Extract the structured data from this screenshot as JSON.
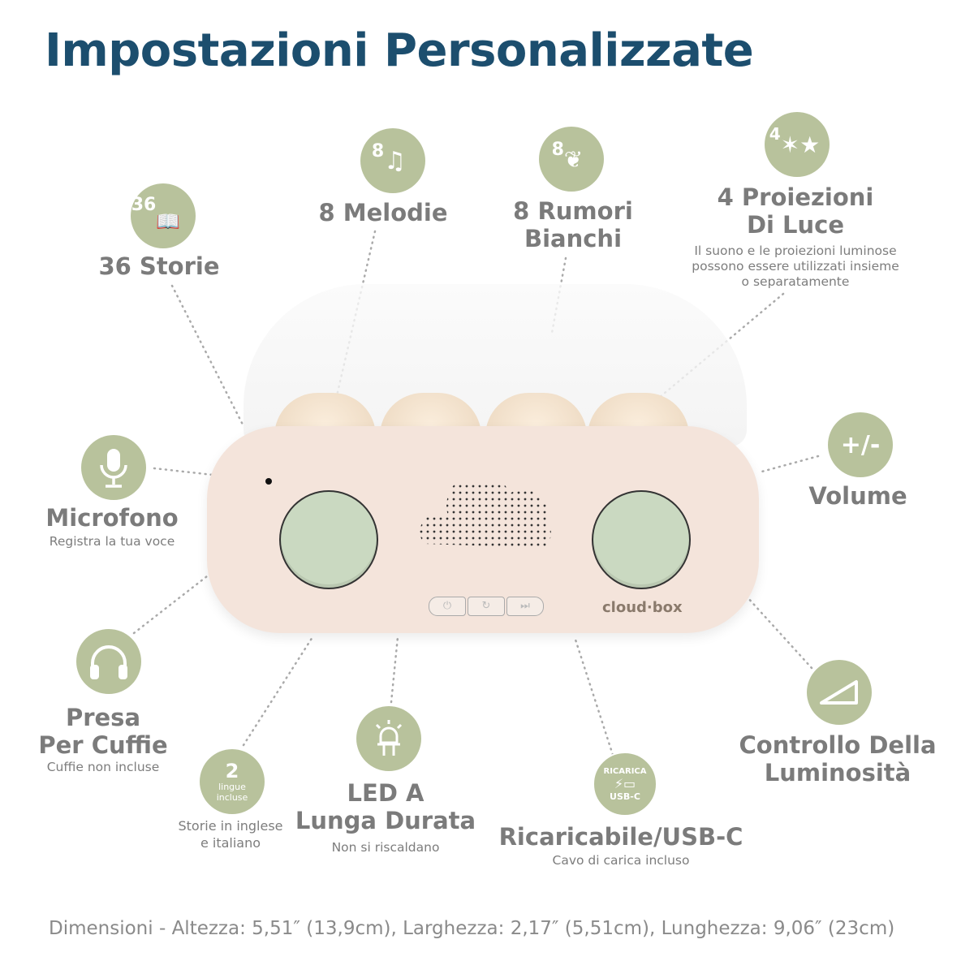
{
  "title": "Impostazioni Personalizzate",
  "features": {
    "storie": {
      "badge": "36",
      "label": "36 Storie"
    },
    "melodie": {
      "badge": "8",
      "label": "8 Melodie"
    },
    "rumori": {
      "badge": "8",
      "line1": "8 Rumori",
      "line2": "Bianchi"
    },
    "proiezioni": {
      "badge": "4",
      "line1": "4 Proiezioni",
      "line2": "Di Luce",
      "note1": "Il suono e le proiezioni luminose",
      "note2": "possono essere utilizzati insieme",
      "note3": "o separatamente"
    },
    "microfono": {
      "label": "Microfono",
      "sub": "Registra la tua voce"
    },
    "volume": {
      "badge": "+/-",
      "label": "Volume"
    },
    "cuffie": {
      "line1": "Presa",
      "line2": "Per Cuffie",
      "sub": "Cuffie non incluse"
    },
    "lingue": {
      "badge": "2",
      "badge_sub1": "lingue",
      "badge_sub2": "incluse",
      "sub1": "Storie in inglese",
      "sub2": "e italiano"
    },
    "led": {
      "line1": "LED A",
      "line2": "Lunga Durata",
      "sub": "Non si riscaldano"
    },
    "usb": {
      "badge_top": "RICARICA",
      "badge_bottom": "USB-C",
      "label": "Ricaricabile/USB-C",
      "sub": "Cavo di carica incluso"
    },
    "luminosita": {
      "line1": "Controllo Della",
      "line2": "Luminosità"
    }
  },
  "device": {
    "brand": "cloud·box"
  },
  "footer": "Dimensioni - Altezza: 5,51″ (13,9cm), Larghezza: 2,17″ (5,51cm), Lunghezza: 9,06″ (23cm)",
  "colors": {
    "title": "#1c4e6e",
    "badge": "#b8c29c",
    "text": "#7b7b7b",
    "knob": "#cad9c1",
    "device": "#f4e4db"
  }
}
